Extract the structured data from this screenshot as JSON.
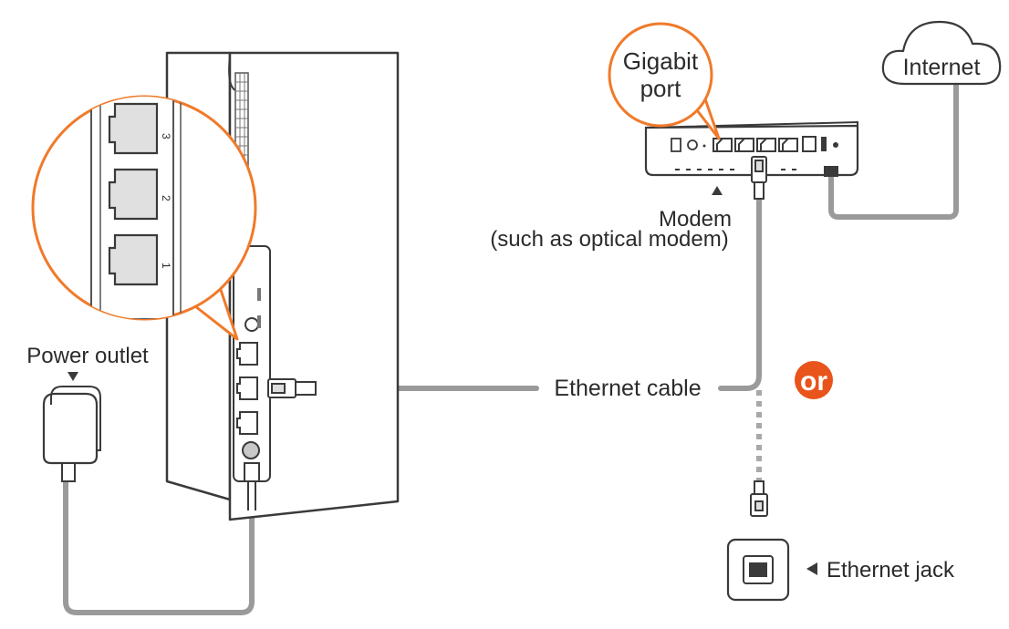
{
  "labels": {
    "gigabit_port": [
      "Gigabit",
      "port"
    ],
    "internet": "Internet",
    "modem": "Modem",
    "modem_note": "(such as optical modem)",
    "power_outlet": "Power outlet",
    "ethernet_cable": "Ethernet cable",
    "or": "or",
    "ethernet_jack": "Ethernet jack",
    "port_numbers": [
      "3",
      "2",
      "1"
    ]
  },
  "colors": {
    "accent": "#f07a2a",
    "or_badge": "#e8541b",
    "cable": "#9a9a9a",
    "outline": "#3a3a3a",
    "text": "#2b2b2b"
  },
  "icons": {
    "router": "router-icon",
    "modem": "modem-icon",
    "cloud": "cloud-icon",
    "power_adapter": "power-adapter-icon",
    "ethernet_jack": "ethernet-jack-icon"
  }
}
